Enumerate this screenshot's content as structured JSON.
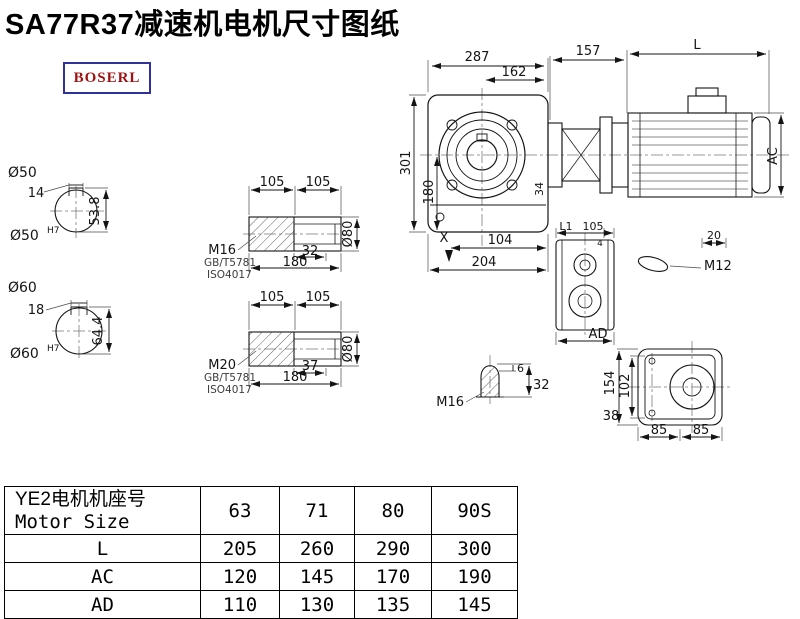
{
  "title": "SA77R37减速机电机尺寸图纸",
  "logo": "BOSERL",
  "drawing": {
    "main_view": {
      "dim_287": "287",
      "dim_162": "162",
      "dim_157": "157",
      "dim_L": "L",
      "dim_301": "301",
      "dim_180": "180",
      "dim_34": "34",
      "dim_X": "X",
      "dim_104": "104",
      "dim_204": "204",
      "dim_AC": "AC"
    },
    "shaft_section_50": {
      "dia": "Ø50",
      "key_width": "14",
      "height": "53.8",
      "bore": "Ø50",
      "bore_tol": "H7"
    },
    "shaft_section_60": {
      "dia": "Ø60",
      "key_width": "18",
      "height": "64.4",
      "bore": "Ø60",
      "bore_tol": "H7"
    },
    "hollow_shaft_m16": {
      "dim_105a": "105",
      "dim_105b": "105",
      "thread": "M16",
      "std_gb": "GB/T5781",
      "std_iso": "ISO4017",
      "dim_32": "32",
      "dim_180": "180",
      "dia": "Ø80"
    },
    "hollow_shaft_m20": {
      "dim_105a": "105",
      "dim_105b": "105",
      "thread": "M20",
      "std_gb": "GB/T5781",
      "std_iso": "ISO4017",
      "dim_37": "37",
      "dim_180": "180",
      "dia": "Ø80"
    },
    "side_view": {
      "dim_L1": "L1",
      "dim_105": "105",
      "dim_4": "4",
      "dim_AD": "AD",
      "dim_20": "20",
      "thread": "M12"
    },
    "shaft_end_detail": {
      "dim_6": "6",
      "dim_32": "32",
      "thread": "M16"
    },
    "rear_view": {
      "dim_154": "154",
      "dim_102": "102",
      "dim_38": "38",
      "dim_85a": "85",
      "dim_85b": "85"
    }
  },
  "table": {
    "header": {
      "label_cn": "YE2电机机座号",
      "label_en": "Motor Size",
      "cols": [
        "63",
        "71",
        "80",
        "90S"
      ]
    },
    "rows": [
      {
        "label": "L",
        "values": [
          "205",
          "260",
          "290",
          "300"
        ]
      },
      {
        "label": "AC",
        "values": [
          "120",
          "145",
          "170",
          "190"
        ]
      },
      {
        "label": "AD",
        "values": [
          "110",
          "130",
          "135",
          "145"
        ]
      }
    ]
  }
}
